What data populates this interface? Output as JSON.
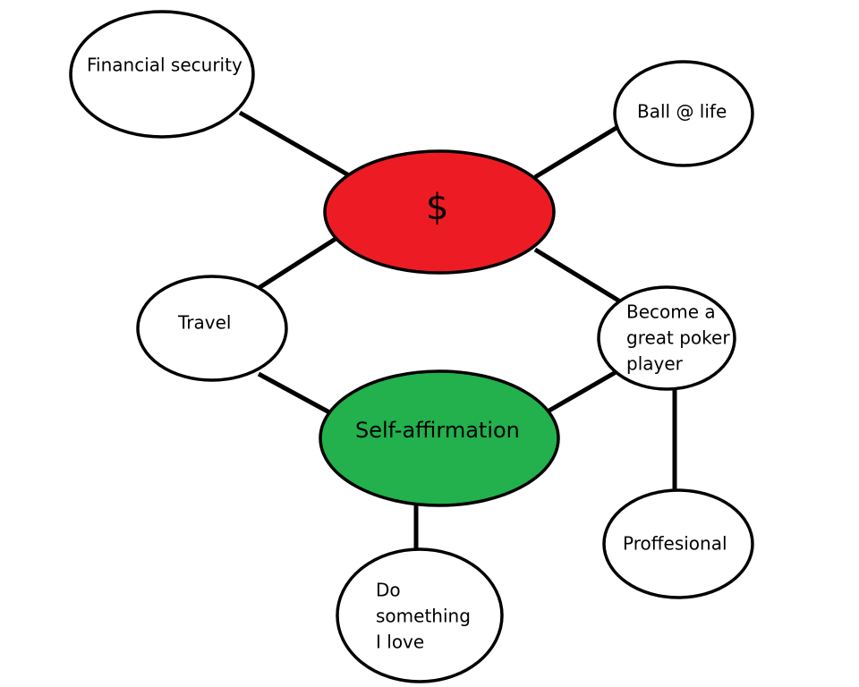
{
  "diagram": {
    "nodes": {
      "financial_security": {
        "label": "Financial security",
        "fill": "#ffffff"
      },
      "ball_at_life": {
        "label": "Ball @ life",
        "fill": "#ffffff"
      },
      "dollar": {
        "label": "$",
        "fill": "#ed1c24"
      },
      "travel": {
        "label": "Travel",
        "fill": "#ffffff"
      },
      "poker": {
        "lines": [
          "Become a",
          "great poker",
          "player"
        ],
        "fill": "#ffffff"
      },
      "self_affirmation": {
        "label": "Self-affirmation",
        "fill": "#22b14c"
      },
      "professional": {
        "label": "Proffesional",
        "fill": "#ffffff"
      },
      "love": {
        "lines": [
          "Do",
          "something",
          "I love"
        ],
        "fill": "#ffffff"
      }
    },
    "edges": [
      [
        "financial_security",
        "dollar"
      ],
      [
        "ball_at_life",
        "dollar"
      ],
      [
        "travel",
        "dollar"
      ],
      [
        "poker",
        "dollar"
      ],
      [
        "travel",
        "self_affirmation"
      ],
      [
        "poker",
        "self_affirmation"
      ],
      [
        "poker",
        "professional"
      ],
      [
        "self_affirmation",
        "love"
      ]
    ]
  }
}
